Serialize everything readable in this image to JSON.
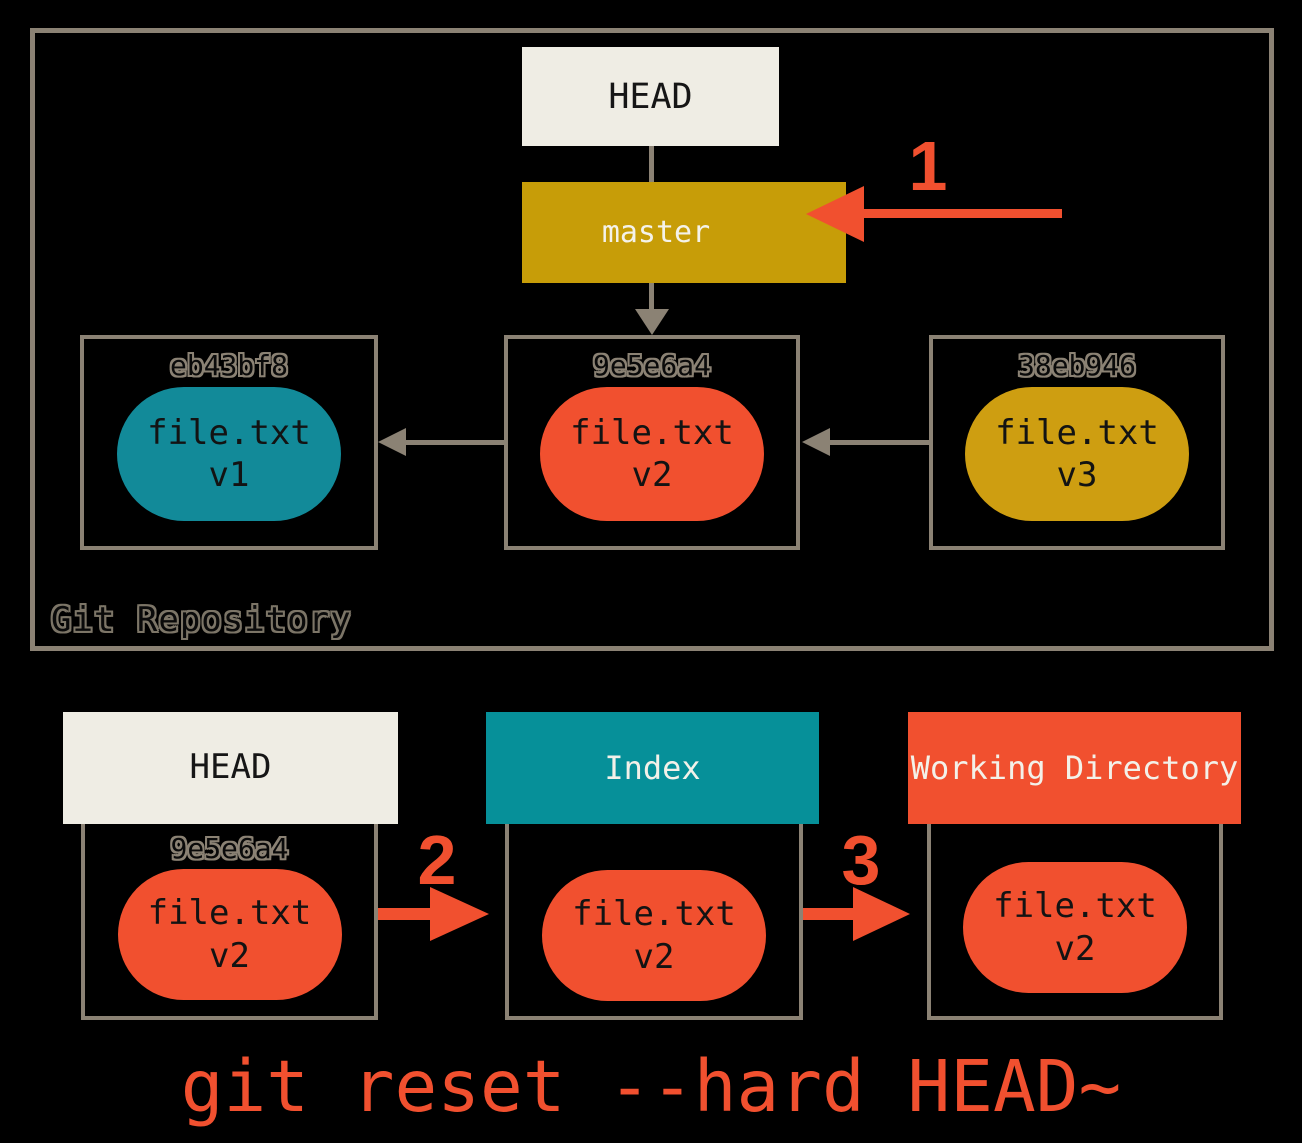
{
  "repo": {
    "label": "Git Repository",
    "head_ref": "HEAD",
    "branch": "master",
    "commits": [
      {
        "hash": "eb43bf8",
        "file": "file.txt",
        "version": "v1",
        "color": "#128A99"
      },
      {
        "hash": "9e5e6a4",
        "file": "file.txt",
        "version": "v2",
        "color": "#F1502F"
      },
      {
        "hash": "38eb946",
        "file": "file.txt",
        "version": "v3",
        "color": "#CE9E11"
      }
    ]
  },
  "steps": {
    "one": "1",
    "two": "2",
    "three": "3"
  },
  "areas": [
    {
      "title": "HEAD",
      "header_bg": "#EFEDE4",
      "header_fg": "#161616",
      "hash": "9e5e6a4",
      "file": "file.txt",
      "version": "v2",
      "pill_color": "#F1502F"
    },
    {
      "title": "Index",
      "header_bg": "#069099",
      "header_fg": "#F3F1E9",
      "file": "file.txt",
      "version": "v2",
      "pill_color": "#F1502F"
    },
    {
      "title": "Working Directory",
      "header_bg": "#F1502F",
      "header_fg": "#F3F1E9",
      "file": "file.txt",
      "version": "v2",
      "pill_color": "#F1502F"
    }
  ],
  "caption": "git reset --hard HEAD~",
  "colors": {
    "background": "#000000",
    "cream": "#EFEDE4",
    "gold": "#C79D08",
    "teal": "#069099",
    "red": "#F1502F",
    "border_gray": "#8B8274"
  }
}
